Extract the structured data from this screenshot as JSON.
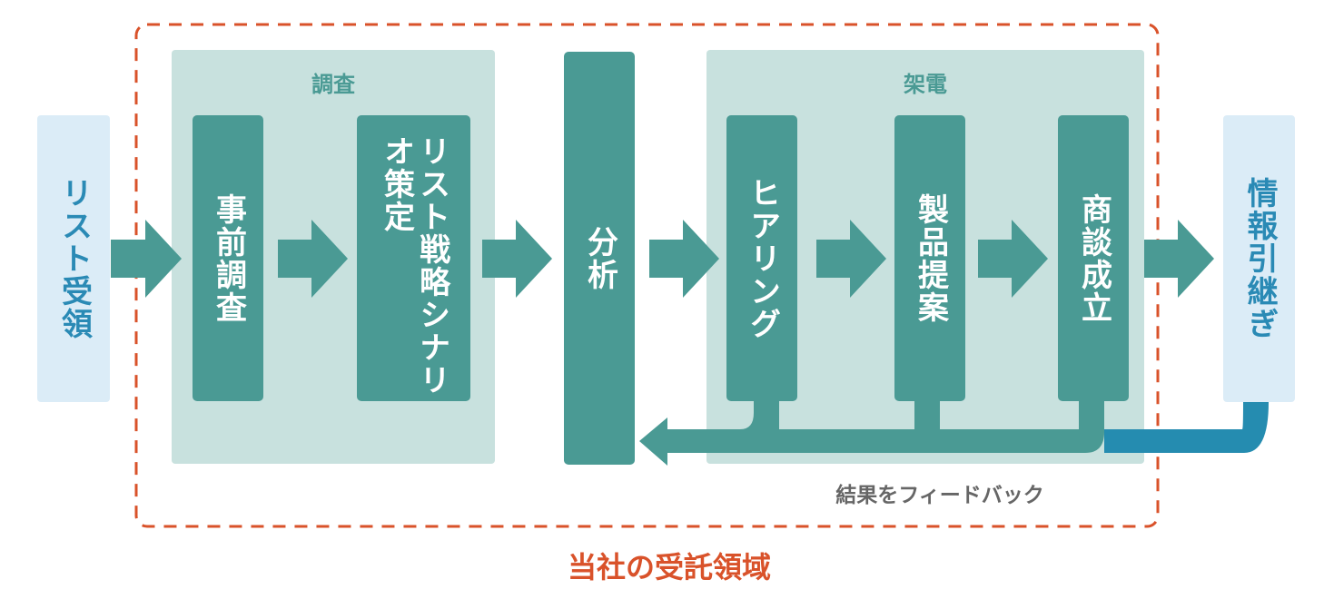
{
  "start": {
    "label": "リスト受領"
  },
  "end": {
    "label": "情報引継ぎ"
  },
  "research": {
    "title": "調査",
    "steps": [
      {
        "label": "事前調査"
      },
      {
        "label": "リスト戦略シナリオ策定"
      }
    ]
  },
  "analysis": {
    "label": "分析"
  },
  "calling": {
    "title": "架電",
    "steps": [
      {
        "label": "ヒアリング"
      },
      {
        "label": "製品提案"
      },
      {
        "label": "商談成立"
      }
    ]
  },
  "feedback": {
    "label": "結果をフィードバック"
  },
  "scope": {
    "label": "当社の受託領域"
  },
  "colors": {
    "teal": "#4a9a94",
    "panel": "#c8e1de",
    "external": "#dbecf7",
    "blue": "#258cb0",
    "scope": "#d9522a"
  }
}
